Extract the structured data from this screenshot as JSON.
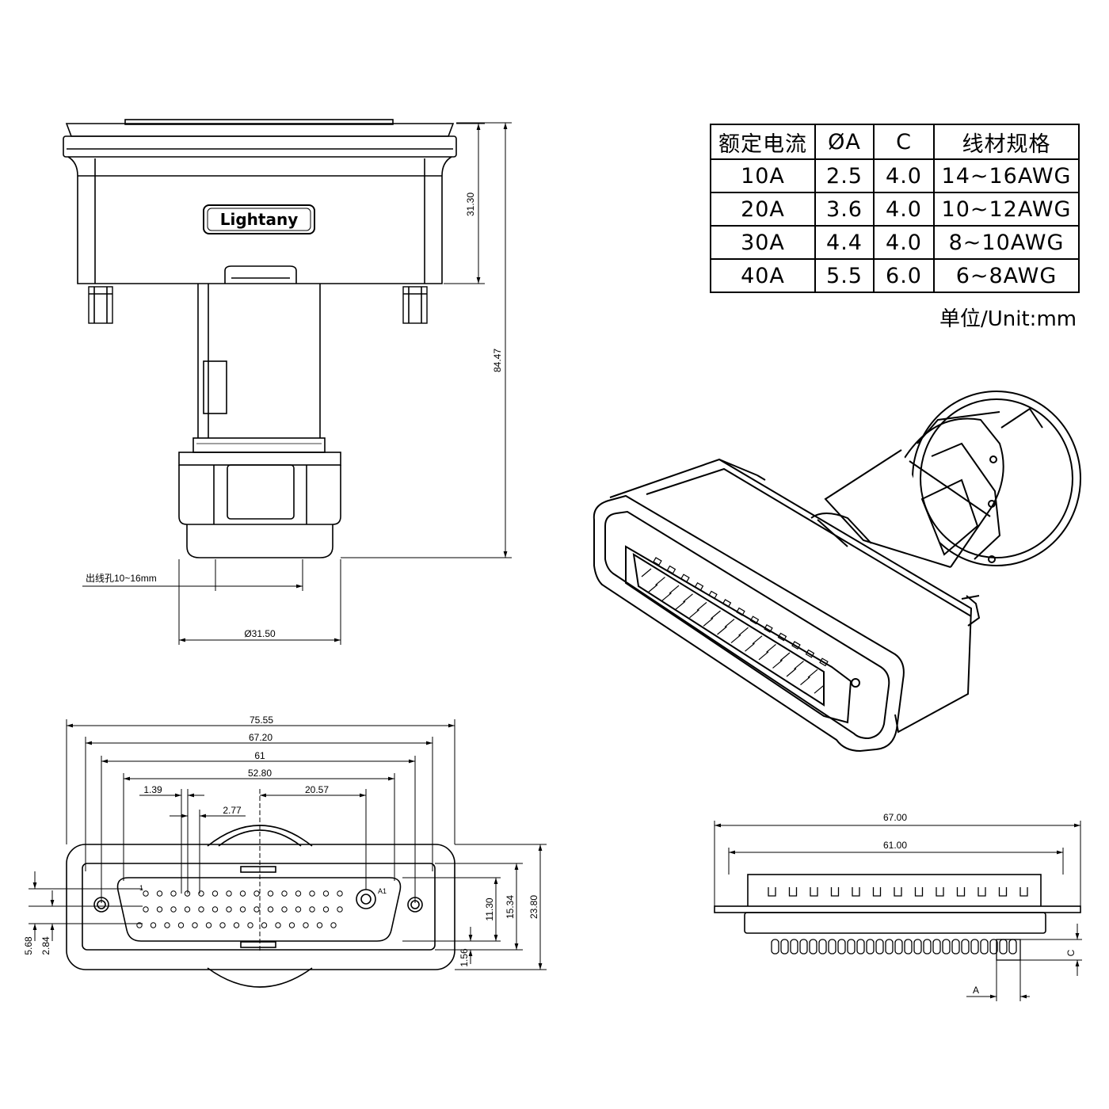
{
  "logo": "Lightany",
  "table": {
    "headers": [
      "额定电流",
      "ØA",
      "C",
      "线材规格"
    ],
    "rows": [
      [
        "10A",
        "2.5",
        "4.0",
        "14~16AWG"
      ],
      [
        "20A",
        "3.6",
        "4.0",
        "10~12AWG"
      ],
      [
        "30A",
        "4.4",
        "4.0",
        "8~10AWG"
      ],
      [
        "40A",
        "5.5",
        "6.0",
        "6~8AWG"
      ]
    ],
    "unit_note": "单位/Unit:mm"
  },
  "side_view": {
    "dim_height_box": "31.30",
    "dim_height_total": "84.47",
    "cable_hole_label": "出线孔10~16mm",
    "dim_diameter": "Ø31.50"
  },
  "front_view": {
    "dim_75_55": "75.55",
    "dim_67_20": "67.20",
    "dim_61": "61",
    "dim_52_80": "52.80",
    "dim_1_39": "1.39",
    "dim_20_57": "20.57",
    "dim_2_77": "2.77",
    "dim_11_30": "11.30",
    "dim_15_34": "15.34",
    "dim_23_80": "23.80",
    "dim_5_68": "5.68",
    "dim_2_84": "2.84",
    "dim_1_56": "1.56",
    "pin_label_first": "1",
    "pin_label_last": "A1"
  },
  "bottom_view": {
    "dim_67_00": "67.00",
    "dim_61_00": "61.00",
    "label_c": "C",
    "label_a": "A"
  }
}
